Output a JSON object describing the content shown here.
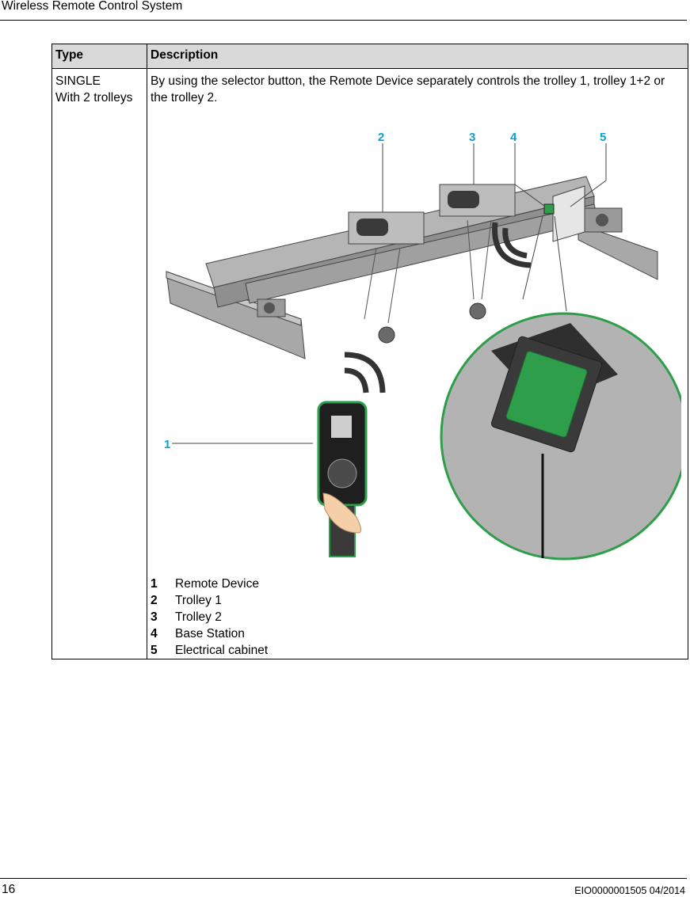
{
  "header": {
    "title": "Wireless Remote Control System"
  },
  "table": {
    "columns": [
      "Type",
      "Description"
    ],
    "row": {
      "type_lines": [
        "SINGLE",
        "With 2 trolleys"
      ],
      "description": "By using the selector button, the Remote Device separately controls the trolley 1, trolley 1+2 or the trolley 2."
    }
  },
  "figure": {
    "callouts": [
      "1",
      "2",
      "3",
      "4",
      "5"
    ],
    "colors": {
      "callout": "#0aa0d8",
      "beam": "#9a9a9a",
      "base_station": "#2e9e4a"
    },
    "icons": [
      "crane-illustration",
      "remote-device-icon",
      "base-station-icon",
      "wireless-signal-icon"
    ]
  },
  "legend": [
    {
      "num": "1",
      "label": "Remote Device"
    },
    {
      "num": "2",
      "label": "Trolley 1"
    },
    {
      "num": "3",
      "label": "Trolley 2"
    },
    {
      "num": "4",
      "label": "Base Station"
    },
    {
      "num": "5",
      "label": "Electrical cabinet"
    }
  ],
  "footer": {
    "page_number": "16",
    "doc_ref": "EIO0000001505 04/2014"
  }
}
